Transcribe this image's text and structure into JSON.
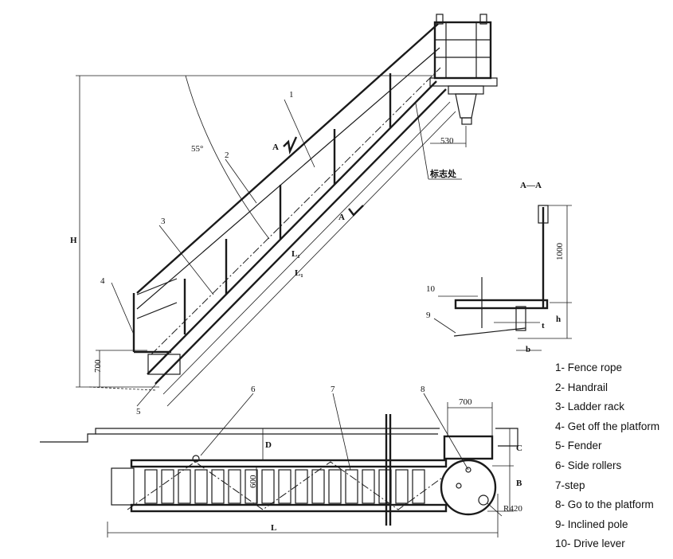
{
  "labels": {
    "n1": "1",
    "n2": "2",
    "n3": "3",
    "n4": "4",
    "n5": "5",
    "n6": "6",
    "n7": "7",
    "n8": "8",
    "n9": "9",
    "n10": "10",
    "angle": "55°",
    "section_mark": "A",
    "section_title": "A—A",
    "h_dim": "H",
    "h700": "700",
    "d530": "530",
    "mark_location": "标志处",
    "l1": "L₁",
    "l2": "L₁",
    "d1000": "1000",
    "small_h": "h",
    "small_t": "t",
    "small_b": "b",
    "d700_plan": "700",
    "c_dim": "C",
    "b_dim": "B",
    "d_dim": "D",
    "d600": "600",
    "l_dim": "L",
    "r420": "R420"
  },
  "legend": [
    "1- Fence rope",
    "2- Handrail",
    "3- Ladder rack",
    "4- Get off the platform",
    "5- Fender",
    "6- Side rollers",
    "7-step",
    "8- Go to the platform",
    "9- Inclined pole",
    "10- Drive lever"
  ]
}
